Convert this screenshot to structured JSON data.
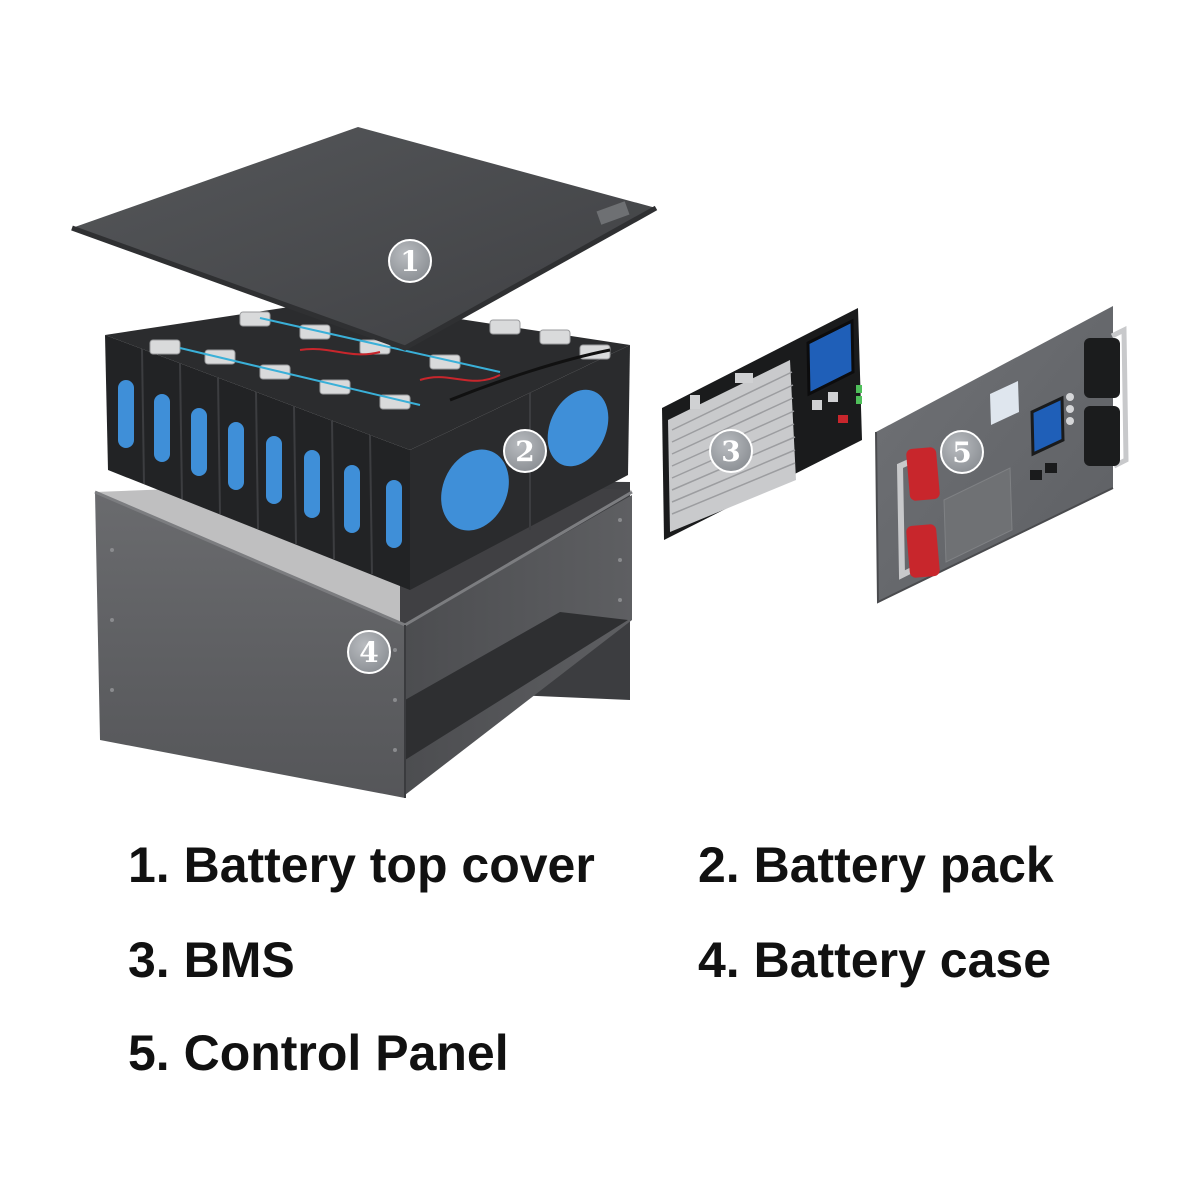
{
  "badges": {
    "top_cover": "1",
    "battery_pack": "2",
    "bms": "3",
    "battery_case": "4",
    "control_panel": "5"
  },
  "legend": {
    "item_1": "1. Battery top cover",
    "item_2": "2. Battery pack",
    "item_3": "3. BMS",
    "item_4": "4. Battery case",
    "item_5": "5. Control Panel"
  },
  "colors": {
    "cover": "#4a4b4d",
    "case": "#5a5b5e",
    "cell_window": "#3f8fd8",
    "terminal_red": "#c8262c",
    "screen": "#1f5fb8",
    "badge": "#9a9ea3"
  }
}
